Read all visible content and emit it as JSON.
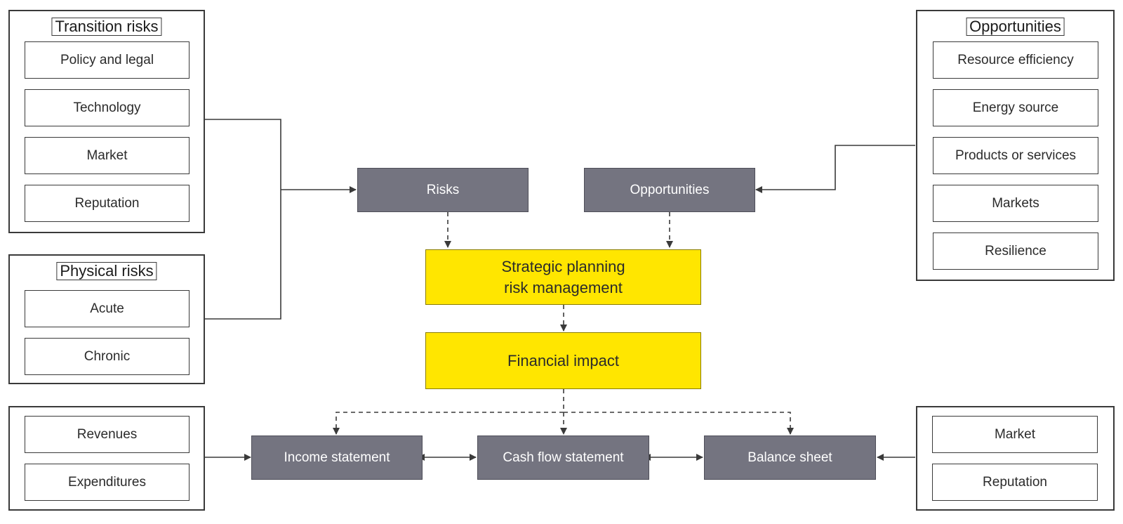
{
  "transition_risks": {
    "title": "Transition risks",
    "items": [
      "Policy and legal",
      "Technology",
      "Market",
      "Reputation"
    ]
  },
  "physical_risks": {
    "title": "Physical risks",
    "items": [
      "Acute",
      "Chronic"
    ]
  },
  "opportunities_panel": {
    "title": "Opportunities",
    "items": [
      "Resource efficiency",
      "Energy source",
      "Products or services",
      "Markets",
      "Resilience"
    ]
  },
  "flow": {
    "risks": "Risks",
    "opportunities": "Opportunities",
    "strategic_line1": "Strategic planning",
    "strategic_line2": "risk management",
    "financial_impact": "Financial impact"
  },
  "statements": {
    "income": "Income statement",
    "cash_flow": "Cash flow statement",
    "balance": "Balance sheet"
  },
  "income_inputs": [
    "Revenues",
    "Expenditures"
  ],
  "balance_inputs": [
    "Market",
    "Reputation"
  ],
  "colors": {
    "gray_box": "#747480",
    "yellow_box": "#ffe600",
    "line": "#3a3a3a"
  }
}
